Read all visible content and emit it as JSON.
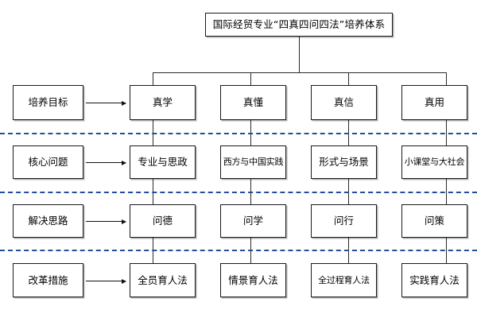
{
  "diagram": {
    "type": "hierarchy-matrix",
    "title": "国际经贸专业“四真四问四法”培养体系",
    "row_labels": [
      "培养目标",
      "核心问题",
      "解决思路",
      "改革措施"
    ],
    "columns": [
      {
        "goal": "真学",
        "question": "专业与思政",
        "approach": "问德",
        "measure": "全员育人法"
      },
      {
        "goal": "真懂",
        "question": "西方与中国实践",
        "approach": "问学",
        "measure": "情景育人法"
      },
      {
        "goal": "真信",
        "question": "形式与场景",
        "approach": "问行",
        "measure": "全过程育人法"
      },
      {
        "goal": "真用",
        "question": "小课堂与大社会",
        "approach": "问策",
        "measure": "实践育人法"
      }
    ],
    "rows": [
      {
        "label": "培养目标",
        "cells": [
          "真学",
          "真懂",
          "真信",
          "真用"
        ]
      },
      {
        "label": "核心问题",
        "cells": [
          "专业与思政",
          "西方与中国实践",
          "形式与场景",
          "小课堂与大社会"
        ]
      },
      {
        "label": "解决思路",
        "cells": [
          "问德",
          "问学",
          "问行",
          "问策"
        ]
      },
      {
        "label": "改革措施",
        "cells": [
          "全员育人法",
          "情景育人法",
          "全过程育人法",
          "实践育人法"
        ]
      }
    ],
    "separators": {
      "count": 3,
      "style": "dashed",
      "color": "#1F4E9B"
    },
    "colors": {
      "background": "#FFFFFF",
      "box_border": "#1A1A1A",
      "box_fill": "#FFFFFF",
      "connector": "#2A2A2A",
      "text": "#000000",
      "separator": "#1F4E9B"
    }
  }
}
